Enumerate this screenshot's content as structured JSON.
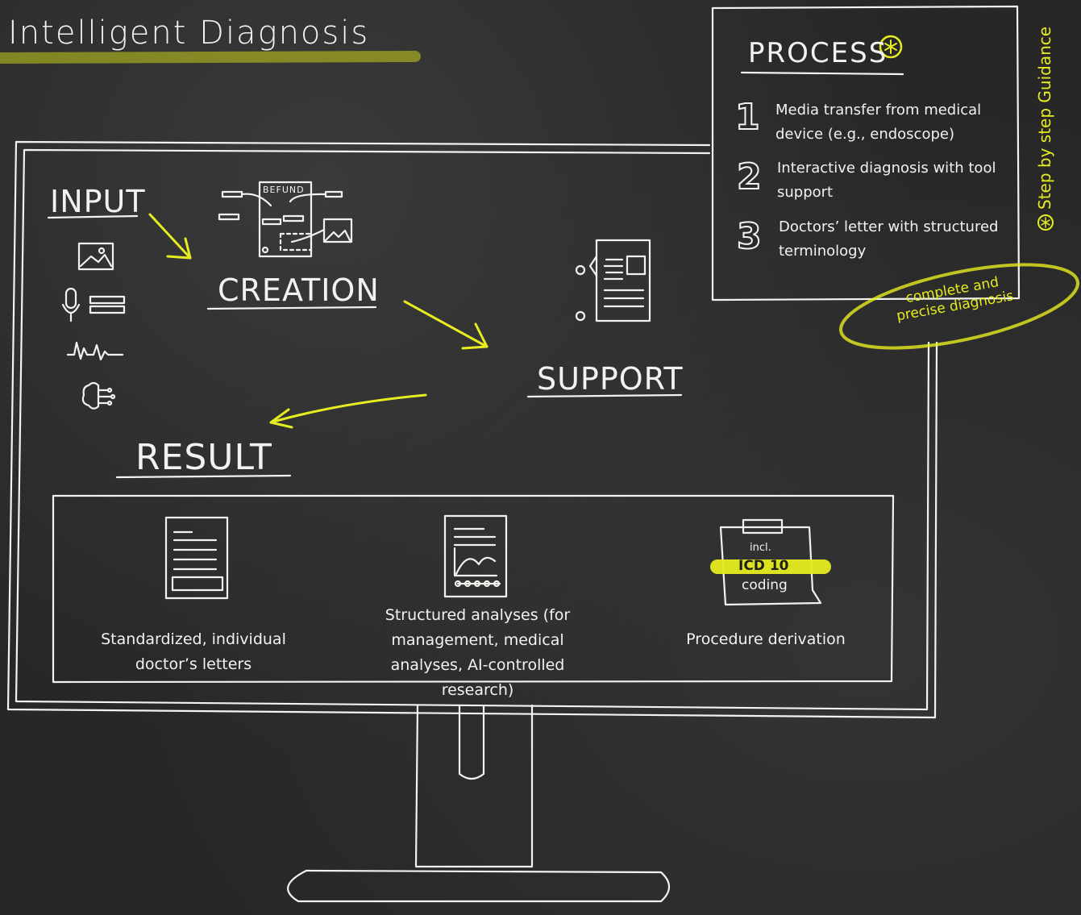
{
  "title": "Intelligent Diagnosis",
  "stages": {
    "input": "INPUT",
    "creation": "CREATION",
    "support": "SUPPORT",
    "result": "RESULT"
  },
  "creation_doc_label": "BEFUND",
  "process": {
    "title": "PROCESS",
    "steps": [
      {
        "number": "1",
        "text": "Media transfer from medical device (e.g., endoscope)"
      },
      {
        "number": "2",
        "text": "Interactive diagnosis with tool support"
      },
      {
        "number": "3",
        "text": "Doctors’ letter with structured terminology"
      }
    ]
  },
  "side_label": "Step by step Guidance",
  "annotation": "complete and precise diagnosis",
  "results": [
    {
      "caption": "Standardized, individual doctor’s letters"
    },
    {
      "caption": "Structured analyses (for management, medical analyses, AI-controlled research)"
    },
    {
      "caption": "Procedure derivation"
    }
  ],
  "icd": {
    "incl": "incl.",
    "code": "ICD 10",
    "coding": "coding"
  },
  "colors": {
    "chalk": "#f2f2ee",
    "highlight": "#e6ec1f",
    "board": "#272727"
  },
  "icons": [
    "image-icon",
    "microphone-icon",
    "text-lines-icon",
    "waveform-icon",
    "brain-icon",
    "document-icon",
    "chart-document-icon",
    "clipboard-icon"
  ]
}
